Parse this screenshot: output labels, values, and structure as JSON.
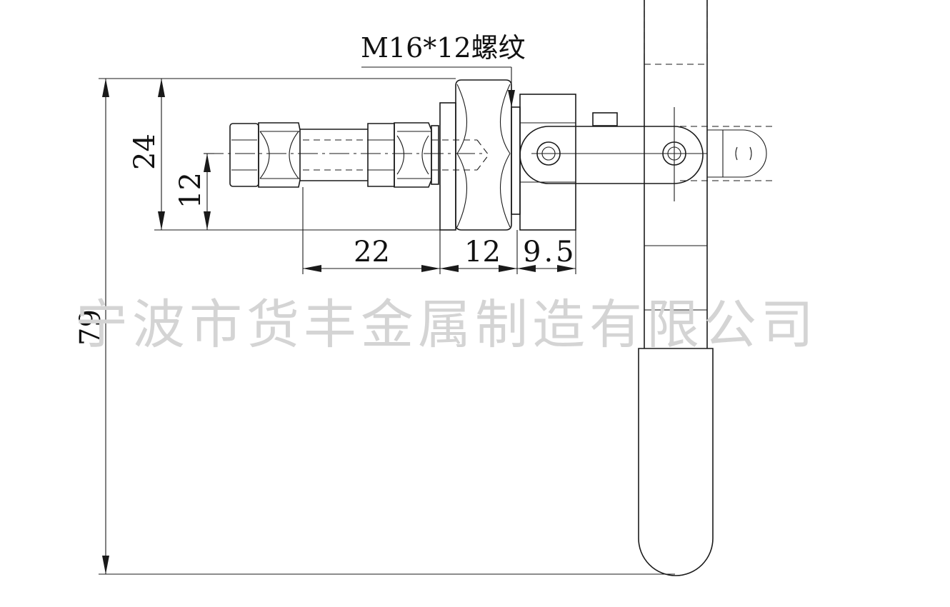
{
  "annotations": {
    "thread_callout": "M16*12螺纹"
  },
  "dimensions": {
    "overall_height": "79",
    "body_height": "24",
    "center_height": "12",
    "spindle_length": "22",
    "nut_width": "12",
    "base_offset": "9.5"
  },
  "watermark": "宁波市货丰金属制造有限公司",
  "colors": {
    "line": "#1a1a1a",
    "watermark": "#d4d4d4",
    "background": "#ffffff"
  }
}
